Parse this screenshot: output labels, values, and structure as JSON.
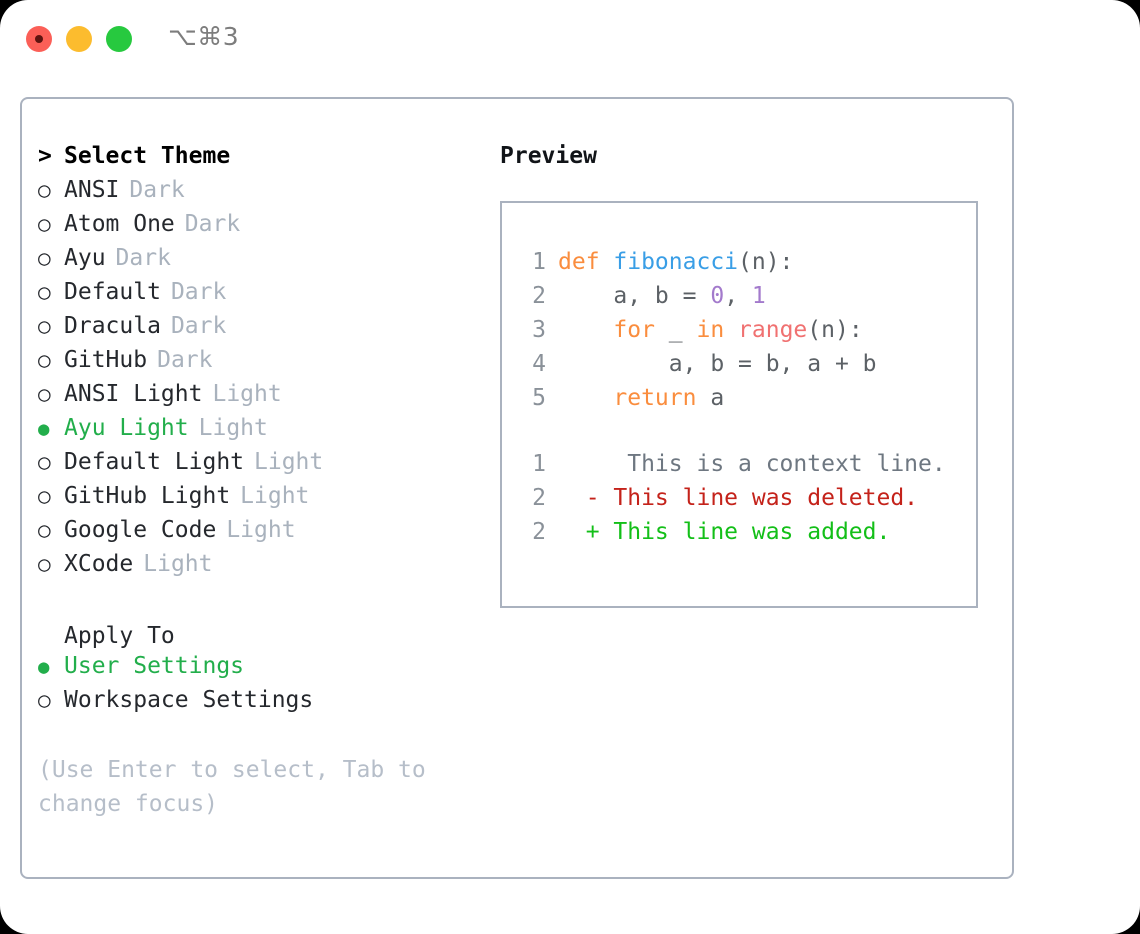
{
  "titlebar": {
    "shortcut": "⌥⌘3",
    "buttons": [
      {
        "name": "close",
        "color": "#fb5f57"
      },
      {
        "name": "minimize",
        "color": "#fcbc2e"
      },
      {
        "name": "maximize",
        "color": "#27c93f"
      }
    ]
  },
  "theme_picker": {
    "heading": "Select Theme",
    "heading_marker": ">",
    "selected_marker": "●",
    "unselected_marker": "○",
    "items": [
      {
        "label": "ANSI",
        "variant": "Dark",
        "selected": false
      },
      {
        "label": "Atom One",
        "variant": "Dark",
        "selected": false
      },
      {
        "label": "Ayu",
        "variant": "Dark",
        "selected": false
      },
      {
        "label": "Default",
        "variant": "Dark",
        "selected": false
      },
      {
        "label": "Dracula",
        "variant": "Dark",
        "selected": false
      },
      {
        "label": "GitHub",
        "variant": "Dark",
        "selected": false
      },
      {
        "label": "ANSI Light",
        "variant": "Light",
        "selected": false
      },
      {
        "label": "Ayu Light",
        "variant": "Light",
        "selected": true
      },
      {
        "label": "Default Light",
        "variant": "Light",
        "selected": false
      },
      {
        "label": "GitHub Light",
        "variant": "Light",
        "selected": false
      },
      {
        "label": "Google Code",
        "variant": "Light",
        "selected": false
      },
      {
        "label": "XCode",
        "variant": "Light",
        "selected": false
      }
    ]
  },
  "apply_to": {
    "heading": "Apply To",
    "options": [
      {
        "label": "User Settings",
        "selected": true
      },
      {
        "label": "Workspace Settings",
        "selected": false
      }
    ]
  },
  "hint": "(Use Enter to select, Tab to change focus)",
  "preview": {
    "title": "Preview",
    "code_lines": [
      {
        "no": "1",
        "tokens": [
          {
            "t": "def ",
            "c": "kw"
          },
          {
            "t": "fibonacci",
            "c": "fn"
          },
          {
            "t": "(n):",
            "c": "pl"
          }
        ]
      },
      {
        "no": "2",
        "tokens": [
          {
            "t": "    a, b = ",
            "c": "pl"
          },
          {
            "t": "0",
            "c": "num"
          },
          {
            "t": ", ",
            "c": "pl"
          },
          {
            "t": "1",
            "c": "num"
          }
        ]
      },
      {
        "no": "3",
        "tokens": [
          {
            "t": "    ",
            "c": "pl"
          },
          {
            "t": "for",
            "c": "kw"
          },
          {
            "t": " _ ",
            "c": "pl"
          },
          {
            "t": "in",
            "c": "kw"
          },
          {
            "t": " ",
            "c": "pl"
          },
          {
            "t": "range",
            "c": "bi"
          },
          {
            "t": "(n):",
            "c": "pl"
          }
        ]
      },
      {
        "no": "4",
        "tokens": [
          {
            "t": "        a, b = b, a + b",
            "c": "pl"
          }
        ]
      },
      {
        "no": "5",
        "tokens": [
          {
            "t": "    ",
            "c": "pl"
          },
          {
            "t": "return",
            "c": "kw"
          },
          {
            "t": " a",
            "c": "pl"
          }
        ]
      }
    ],
    "diff_lines": [
      {
        "no": "1",
        "sign": " ",
        "text": "  This is a context line.",
        "kind": "context"
      },
      {
        "no": "2",
        "sign": "-",
        "text": " This line was deleted.",
        "kind": "deleted"
      },
      {
        "no": "2",
        "sign": "+",
        "text": " This line was added.",
        "kind": "added"
      }
    ]
  },
  "colors": {
    "accent_green": "#22ae4b",
    "muted": "#a9b2bd",
    "border": "#aab2bf",
    "kw": "#fa8d3e",
    "fn": "#399ee6",
    "num": "#a37acc",
    "builtin": "#f07171",
    "diff_add": "#13bf18",
    "diff_del": "#c4221a"
  }
}
